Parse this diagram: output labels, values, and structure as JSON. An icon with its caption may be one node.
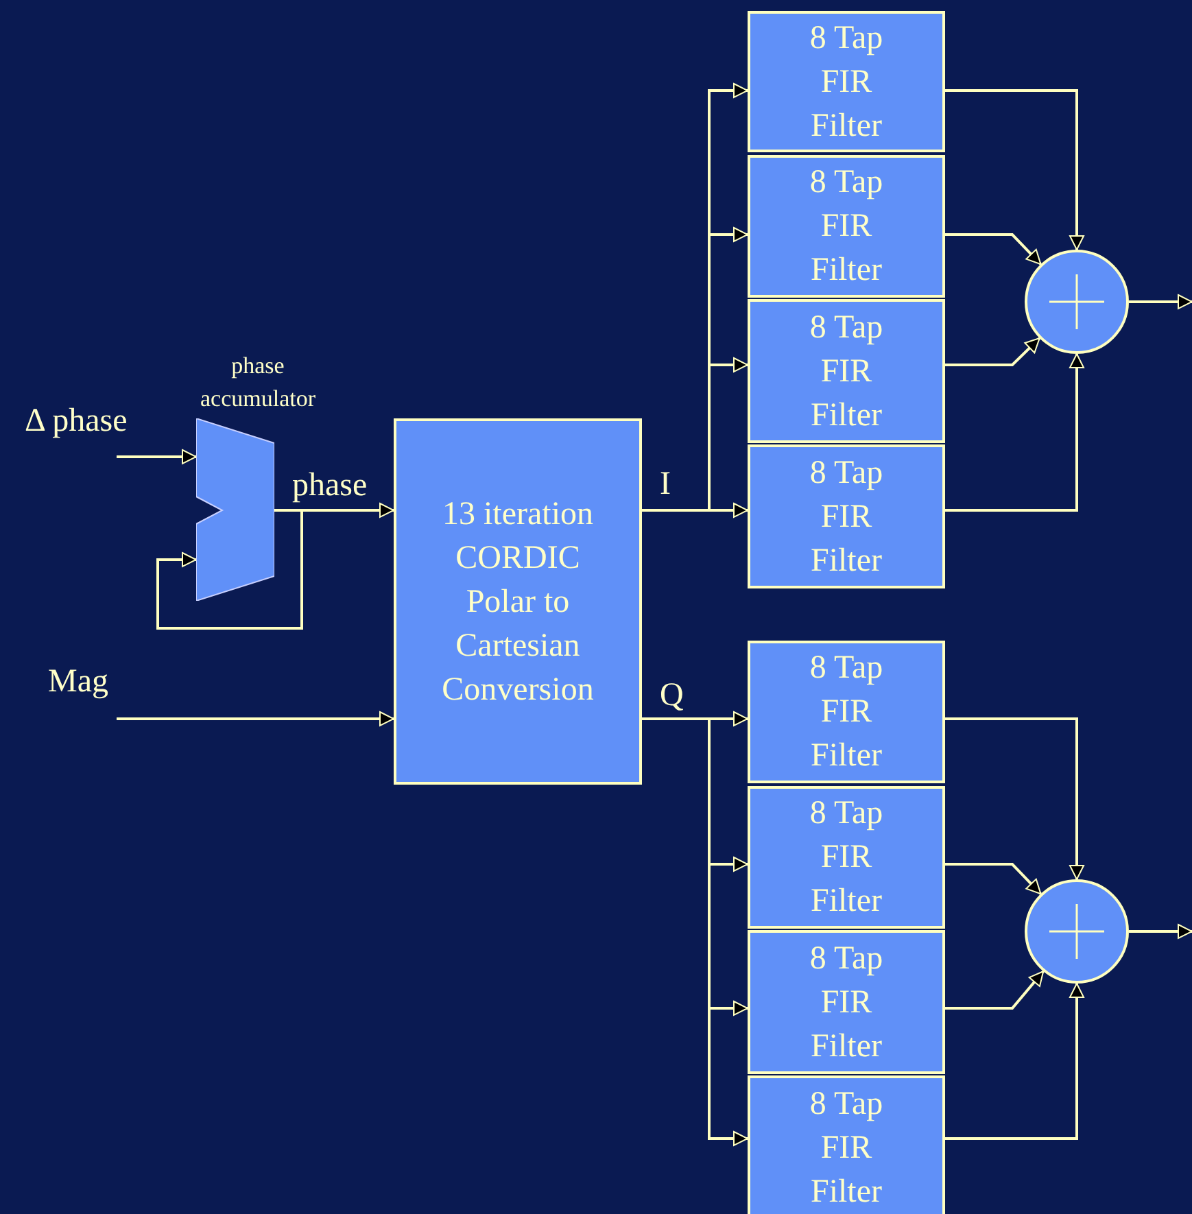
{
  "diagram": {
    "nodes": [
      {
        "text": [
          "phase accumulator"
        ]
      },
      {
        "text": [
          "13 iteration CORDIC Polar to Cartesian Conversion"
        ]
      },
      {
        "text": [
          "8 Tap FIR Filter"
        ]
      },
      {
        "text": [
          "8 Tap FIR Filter"
        ]
      },
      {
        "text": [
          "8 Tap FIR Filter"
        ]
      },
      {
        "text": [
          "8 Tap FIR Filter"
        ]
      },
      {
        "text": [],
        "shape": "circle"
      },
      {
        "text": [
          "8 Tap FIR Filter"
        ]
      },
      {
        "text": [
          "8 Tap FIR Filter"
        ]
      },
      {
        "text": [
          "8 Tap FIR Filter"
        ]
      },
      {
        "text": [
          "8 Tap FIR Filter"
        ]
      },
      {
        "text": [],
        "shape": "circle"
      }
    ],
    "edges": [
      {
        "from": null,
        "to": 0,
        "arrow": "to",
        "label": "Δ phase"
      },
      {
        "from": 0,
        "to": 0,
        "arrow": "to"
      },
      {
        "from": 0,
        "to": 1,
        "arrow": "to",
        "label": "phase"
      },
      {
        "from": null,
        "to": 1,
        "arrow": "to",
        "label": "Mag"
      },
      {
        "from": 1,
        "to": 2,
        "arrow": "to"
      },
      {
        "from": 1,
        "to": 3,
        "arrow": "to"
      },
      {
        "from": 1,
        "to": 4,
        "arrow": "to"
      },
      {
        "from": 1,
        "to": 5,
        "arrow": "to",
        "label": "I"
      },
      {
        "from": 1,
        "to": 7,
        "arrow": "to",
        "label": "Q"
      },
      {
        "from": 1,
        "to": 8,
        "arrow": "to"
      },
      {
        "from": 1,
        "to": 9,
        "arrow": "to"
      },
      {
        "from": 1,
        "to": 10,
        "arrow": "to"
      },
      {
        "from": 2,
        "to": 6,
        "arrow": "to"
      },
      {
        "from": 3,
        "to": 6,
        "arrow": "to"
      },
      {
        "from": 4,
        "to": 6,
        "arrow": "to"
      },
      {
        "from": 5,
        "to": 6,
        "arrow": "to"
      },
      {
        "from": 6,
        "to": null,
        "arrow": "to"
      },
      {
        "from": 7,
        "to": 11,
        "arrow": "to"
      },
      {
        "from": 8,
        "to": 11,
        "arrow": "to"
      },
      {
        "from": 9,
        "to": 11,
        "arrow": "to"
      },
      {
        "from": 10,
        "to": 11,
        "arrow": "to"
      },
      {
        "from": 11,
        "to": null,
        "arrow": "to"
      }
    ]
  }
}
